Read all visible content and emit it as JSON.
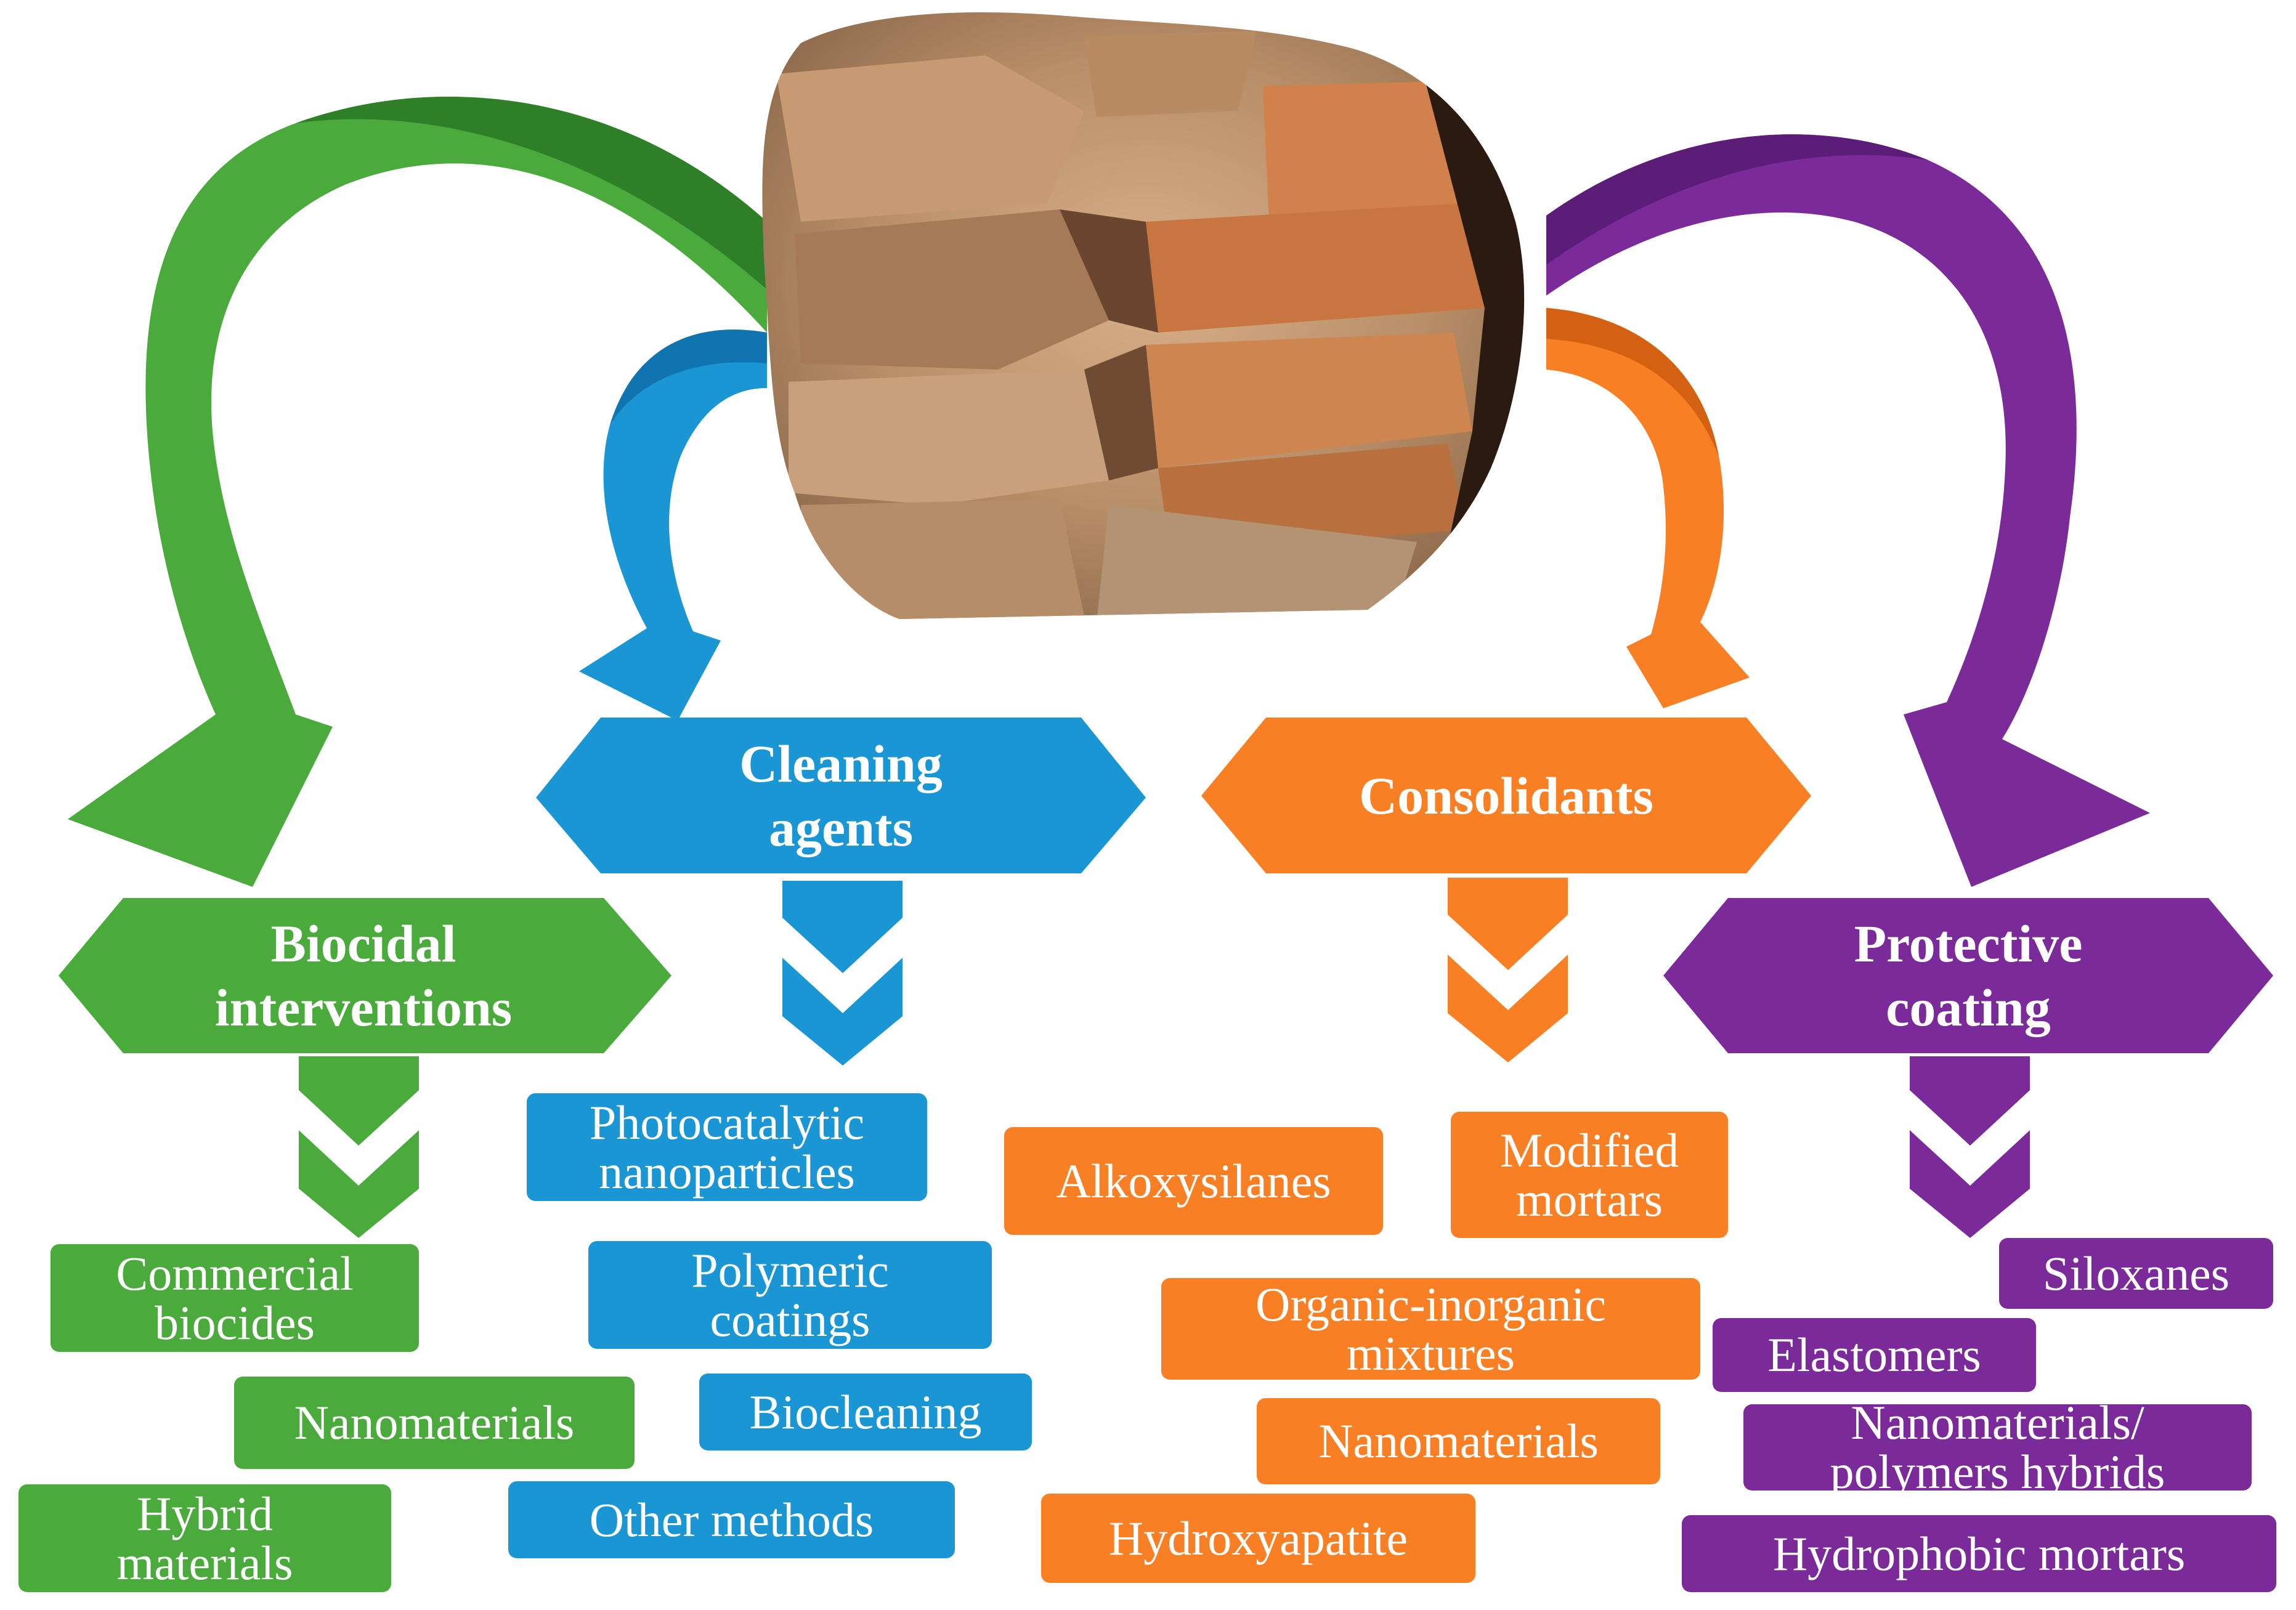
{
  "colors": {
    "green": "#4aaa3c",
    "green_dark": "#2f7f28",
    "blue": "#1a96d4",
    "blue_dark": "#0f74b0",
    "orange": "#f97f24",
    "orange_dark": "#d46012",
    "purple": "#7b2a9a",
    "purple_dark": "#5c1d78"
  },
  "center_image": {
    "description": "brick-masonry-photo"
  },
  "categories": {
    "biocidal": {
      "label": "Biocidal\ninterventions",
      "items": [
        "Commercial\nbiocides",
        "Nanomaterials",
        "Hybrid\nmaterials"
      ]
    },
    "cleaning": {
      "label": "Cleaning\nagents",
      "items": [
        "Photocatalytic\nnanoparticles",
        "Polymeric\ncoatings",
        "Biocleaning",
        "Other methods"
      ]
    },
    "consolidants": {
      "label": "Consolidants",
      "items": [
        "Alkoxysilanes",
        "Modified\nmortars",
        "Organic-inorganic\nmixtures",
        "Nanomaterials",
        "Hydroxyapatite"
      ]
    },
    "protective": {
      "label": "Protective\ncoating",
      "items": [
        "Siloxanes",
        "Elastomers",
        "Nanomaterials/\npolymers hybrids",
        "Hydrophobic mortars"
      ]
    }
  }
}
